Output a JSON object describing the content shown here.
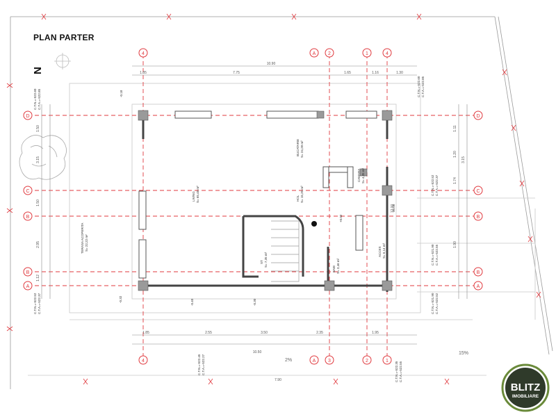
{
  "title": "PLAN PARTER",
  "north": "N",
  "slope_left": "2%",
  "slope_right": "15%",
  "axes": {
    "vertical": [
      "4",
      "A",
      "2",
      "1",
      "4",
      "A",
      "3",
      "2",
      "1"
    ],
    "horizontal": [
      "D",
      "C",
      "B",
      "B",
      "A",
      "D",
      "C",
      "B",
      "B",
      "A"
    ]
  },
  "rooms": [
    {
      "name": "LIVING",
      "area": "S= 65,48 m²"
    },
    {
      "name": "BUCATARIE",
      "area": "S= 24,28 m²"
    },
    {
      "name": "CAMARA",
      "area": "S= 4,35 m²"
    },
    {
      "name": "HOL",
      "area": "S= 15,20 m²"
    },
    {
      "name": "ACCES",
      "area": "S= 6,14 m²"
    },
    {
      "name": "BAIE",
      "area": "S= 3,46 m²"
    },
    {
      "name": "TERASA ACOPERITA",
      "area": "S= 22,22 m²"
    },
    {
      "name": "ST",
      "area": "S= 7,35 m²"
    }
  ],
  "elevations": [
    "C.T.N.=-522.60",
    "C.T.A.=-522.85",
    "C.T.N.=-522.52",
    "C.T.A.=-522.37",
    "C.T.N.=-521.90",
    "C.T.A.=-522.55",
    "C.T.N.=-522.45",
    "C.T.A.=-522.27",
    "C.T.N.=-522.35",
    "C.T.N.=-521.90",
    "C.T.A.=-522.52"
  ],
  "marks": [
    "±0.00",
    "-0.32",
    "-0.18",
    "-0.40",
    "-0.30",
    "+0.02"
  ],
  "dims": {
    "top_total": "10.90",
    "top_row": [
      "1.85",
      "7.75",
      "1.65",
      "1.16",
      "1.30"
    ],
    "bottom_total": "10.50",
    "bottom_row": [
      "1.85",
      "2.55",
      "3.50",
      "2.35",
      "1.95"
    ],
    "bottom_extra": "7.90",
    "left_row": [
      "1.50",
      "3.15",
      "1.50",
      "2.95",
      "1.12"
    ],
    "right_row": [
      "1.11",
      "1.20",
      "3.15",
      "1.74",
      "1.90"
    ],
    "mid_row": "12.00"
  },
  "logo": {
    "top": "BLITZ",
    "bottom": "IMOBILIARE"
  },
  "colors": {
    "axis": "#e0393e",
    "wall": "#444444",
    "dim": "#888888",
    "line": "#bfbfbf",
    "column": "#9a9a9a"
  }
}
